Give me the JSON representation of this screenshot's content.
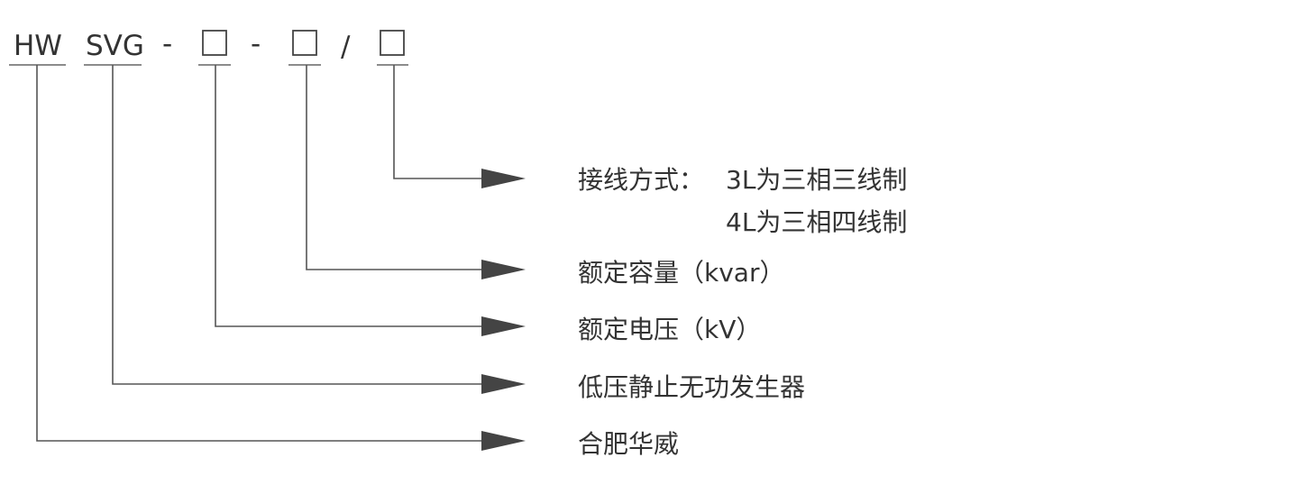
{
  "model_code": {
    "brand": "HW",
    "product": "SVG",
    "sep1": "-",
    "sep2": "-",
    "sep3": "/",
    "box_glyph": "□"
  },
  "descriptions": {
    "wiring_label": "接线方式：",
    "wiring_3l": "3L为三相三线制",
    "wiring_4l": "4L为三相四线制",
    "capacity": "额定容量（kvar）",
    "voltage": "额定电压（kV）",
    "product_name": "低压静止无功发生器",
    "company": "合肥华威"
  },
  "colors": {
    "text": "#333333",
    "line": "#555555",
    "arrow": "#444444",
    "background": "#ffffff"
  }
}
